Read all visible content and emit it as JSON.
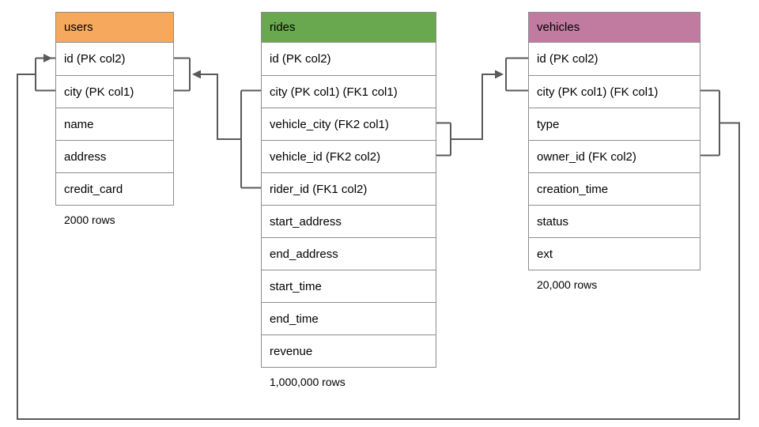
{
  "diagram": {
    "line_color": "#595959",
    "tables": [
      {
        "name": "users",
        "header_color": "#f6a95c",
        "rows_label": "2000 rows",
        "columns": [
          "id (PK col2)",
          "city (PK col1)",
          "name",
          "address",
          "credit_card"
        ]
      },
      {
        "name": "rides",
        "header_color": "#6aa84f",
        "rows_label": "1,000,000 rows",
        "columns": [
          "id (PK col2)",
          "city (PK col1) (FK1 col1)",
          "vehicle_city (FK2 col1)",
          "vehicle_id (FK2 col2)",
          "rider_id (FK1 col2)",
          "start_address",
          "end_address",
          "start_time",
          "end_time",
          "revenue"
        ]
      },
      {
        "name": "vehicles",
        "header_color": "#c27ba0",
        "rows_label": "20,000 rows",
        "columns": [
          "id (PK col2)",
          "city (PK col1) (FK col1)",
          "type",
          "owner_id (FK col2)",
          "creation_time",
          "status",
          "ext"
        ]
      }
    ],
    "relationships": [
      {
        "from": "rides",
        "from_columns": [
          "city",
          "rider_id"
        ],
        "to": "users",
        "to_columns": [
          "id",
          "city"
        ]
      },
      {
        "from": "rides",
        "from_columns": [
          "vehicle_city",
          "vehicle_id"
        ],
        "to": "vehicles",
        "to_columns": [
          "id",
          "city"
        ]
      },
      {
        "from": "vehicles",
        "from_columns": [
          "city",
          "owner_id"
        ],
        "to": "users",
        "to_columns": [
          "id",
          "city"
        ]
      }
    ]
  }
}
